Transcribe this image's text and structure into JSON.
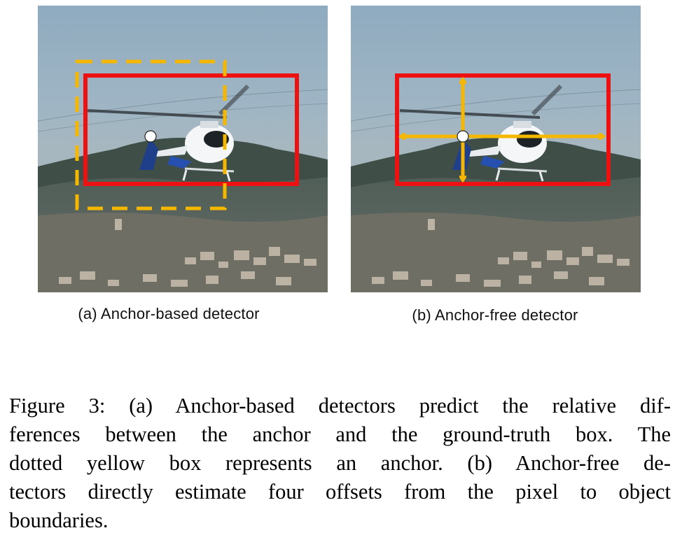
{
  "figure": {
    "panel_a": {
      "caption": "(a) Anchor-based detector",
      "photo_icon": "helicopter-photo",
      "ground_truth_box_color": "#ee1111",
      "anchor_box_color": "#f5b700",
      "anchor_box_style": "dashed"
    },
    "panel_b": {
      "caption": "(b) Anchor-free detector",
      "photo_icon": "helicopter-photo",
      "ground_truth_box_color": "#ee1111",
      "offset_arrow_color": "#f5b700",
      "offset_arrows": [
        "left",
        "right",
        "top",
        "bottom"
      ]
    },
    "caption_lines": [
      "Figure 3: (a) Anchor-based detectors predict the relative dif-",
      "ferences between the anchor and the ground-truth box. The",
      "dotted yellow box represents an anchor. (b) Anchor-free de-",
      "tectors directly estimate four offsets from the pixel to object",
      "boundaries."
    ]
  }
}
